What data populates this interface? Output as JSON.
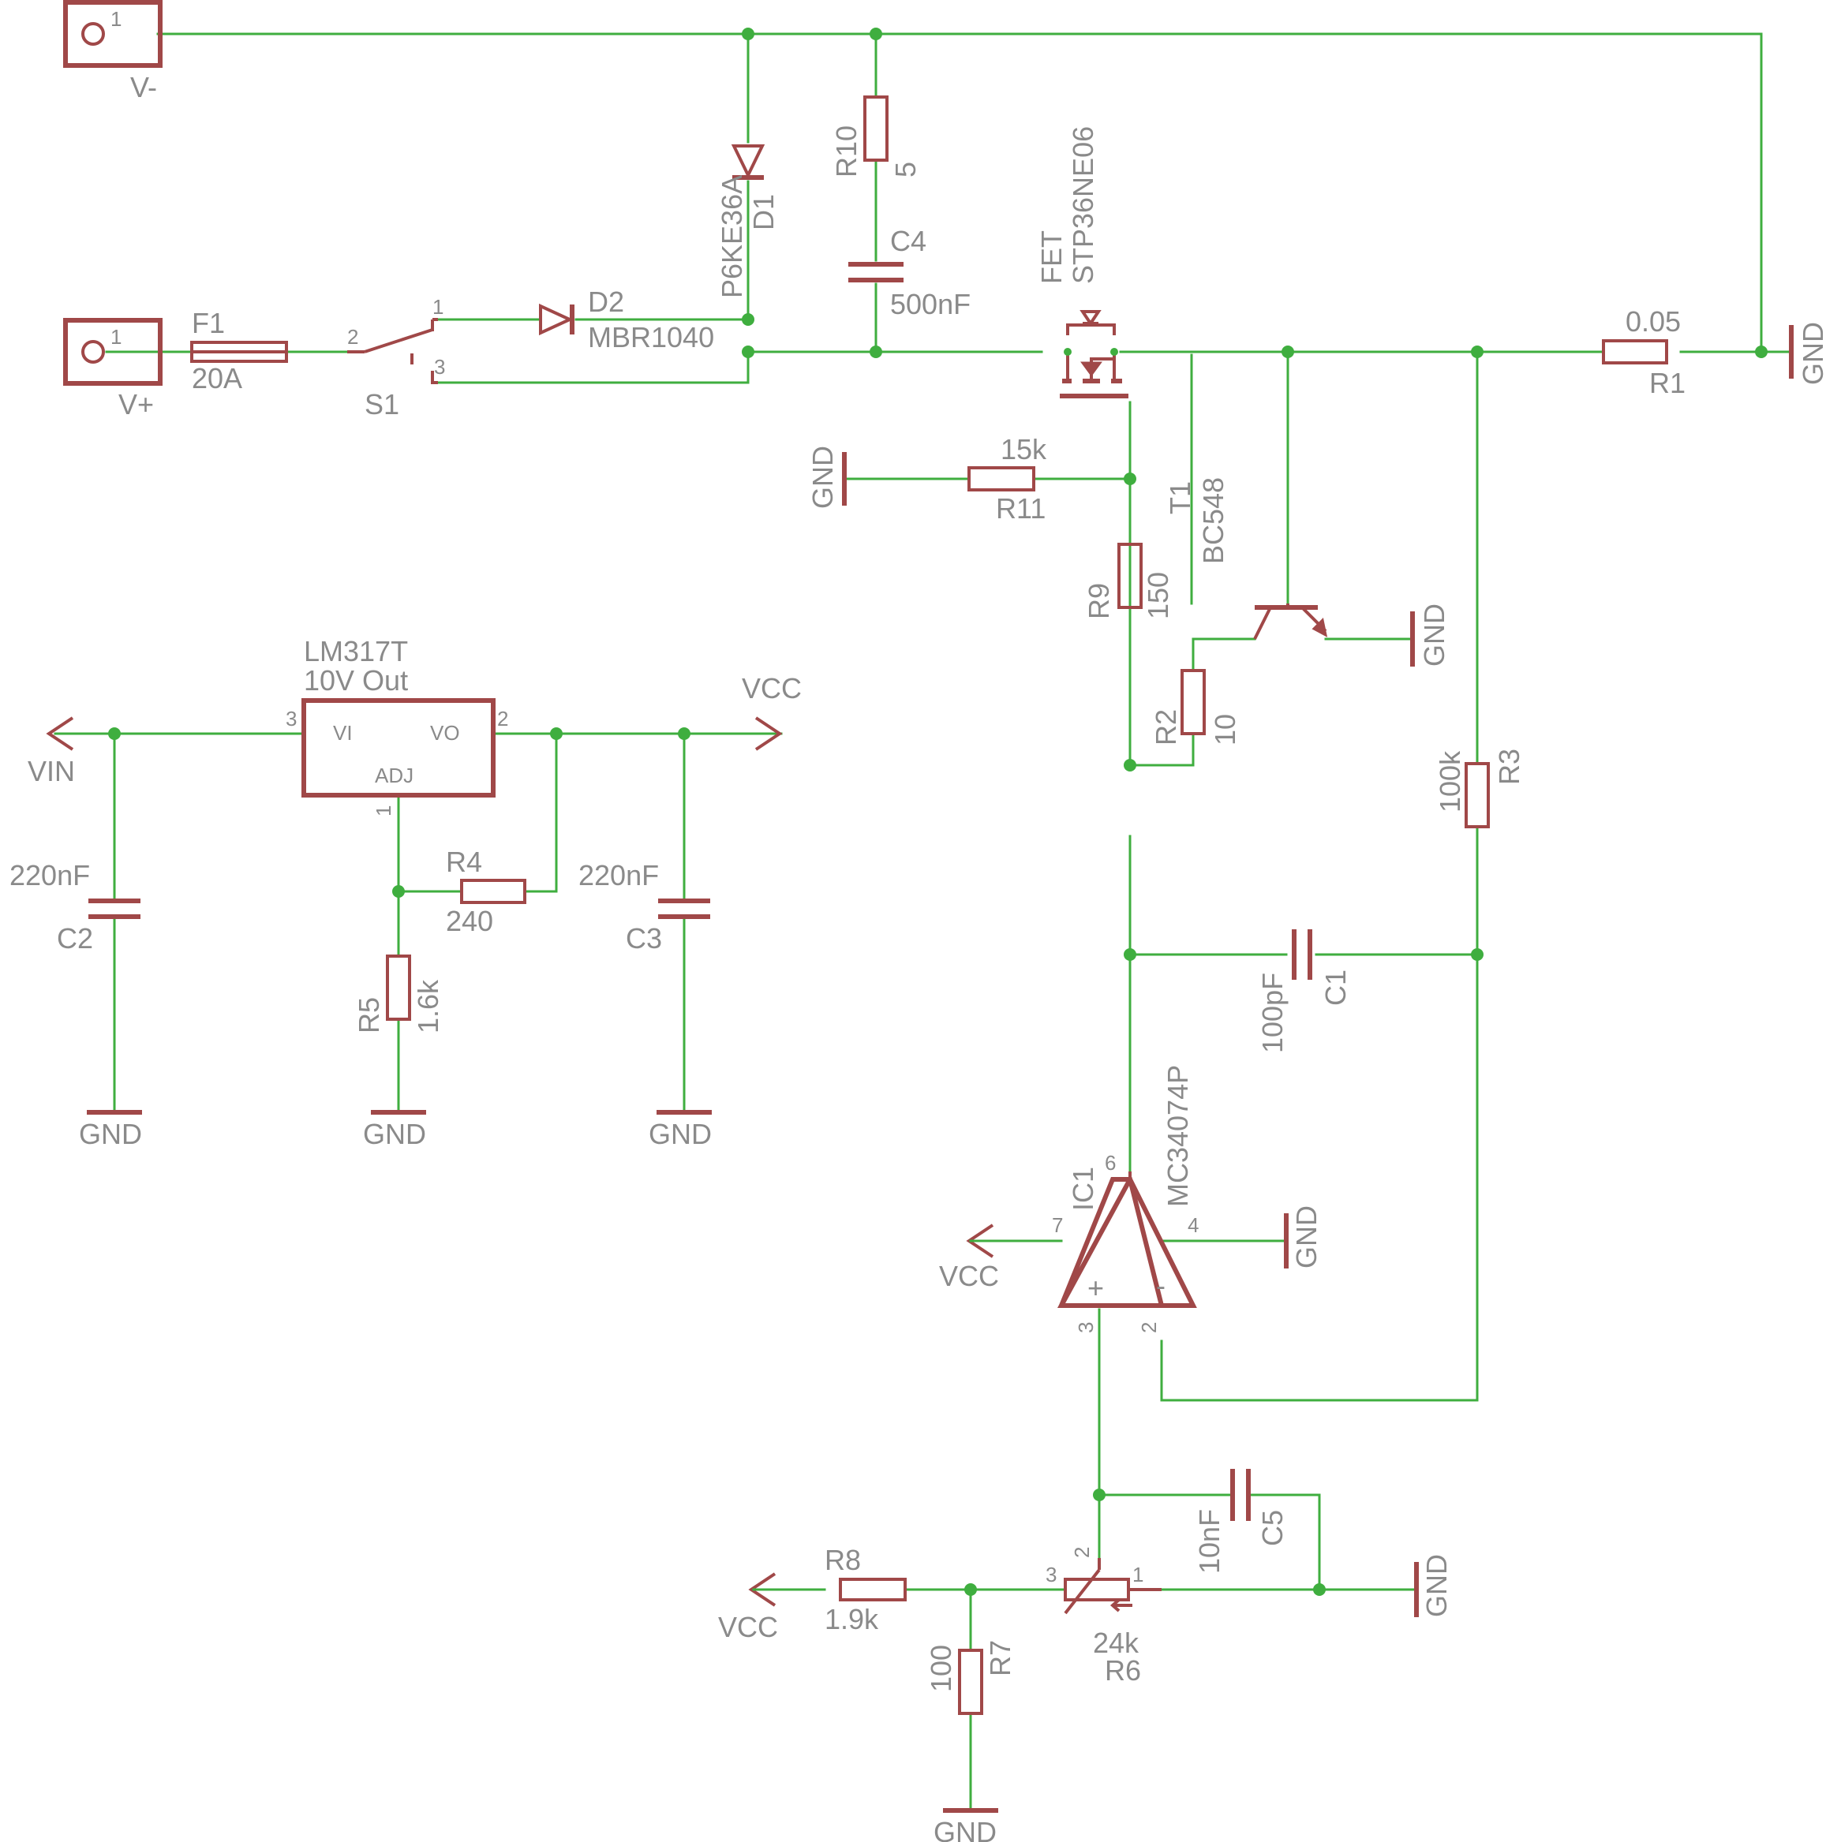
{
  "labels": {
    "vminus": "V-",
    "vplus": "V+",
    "pin1": "1",
    "pin2": "2",
    "pin3": "3",
    "pin4": "4",
    "pin6": "6",
    "pin7": "7",
    "f1": "F1",
    "f1_val": "20A",
    "s1": "S1",
    "d1": "D1",
    "d1_val": "P6KE36A",
    "d2": "D2",
    "d2_val": "MBR1040",
    "r10": "R10",
    "r10_val": "5",
    "c4": "C4",
    "c4_val": "500nF",
    "fet": "FET",
    "fet_val": "STP36NE06",
    "r1": "R1",
    "r1_val": "0.05",
    "r11": "R11",
    "r11_val": "15k",
    "t1": "T1",
    "t1_val": "BC548",
    "r9": "R9",
    "r9_val": "150",
    "r2": "R2",
    "r2_val": "10",
    "r3": "R3",
    "r3_val": "100k",
    "c1": "C1",
    "c1_val": "100pF",
    "ic1": "IC1",
    "ic1_val": "MC34074P",
    "plus": "+",
    "minus": "-",
    "reg": "LM317T",
    "reg_val": "10V Out",
    "vi": "VI",
    "vo": "VO",
    "adj": "ADJ",
    "vin": "VIN",
    "vcc": "VCC",
    "gnd": "GND",
    "c2": "C2",
    "c2_val": "220nF",
    "c3": "C3",
    "c3_val": "220nF",
    "r4": "R4",
    "r4_val": "240",
    "r5": "R5",
    "r5_val": "1.6k",
    "c5": "C5",
    "c5_val": "10nF",
    "r6": "R6",
    "r6_val": "24k",
    "r7": "R7",
    "r7_val": "100",
    "r8": "R8",
    "r8_val": "1.9k"
  },
  "colors": {
    "wire": "#3fae3f",
    "part": "#a04848",
    "text": "#8a8a8a"
  }
}
